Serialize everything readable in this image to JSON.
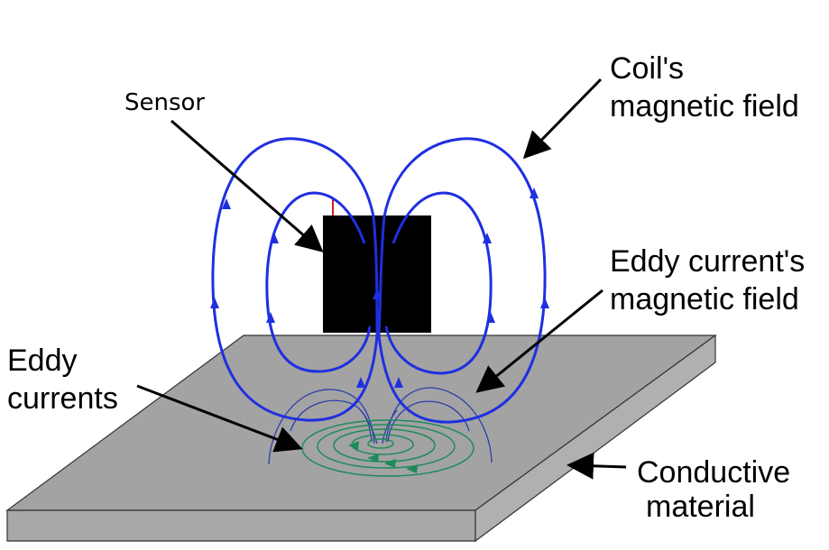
{
  "labels": {
    "sensor": "Sensor",
    "coil_field_line1": "Coil's",
    "coil_field_line2": "magnetic field",
    "eddy_field_line1": "Eddy current's",
    "eddy_field_line2": "magnetic field",
    "eddy_currents_line1": "Eddy",
    "eddy_currents_line2": "currents",
    "conductive_line1": "Conductive",
    "conductive_line2": "material"
  },
  "colors": {
    "coil_field": "#1f2fe0",
    "eddy_field": "#2c3fa8",
    "eddy_current": "#1e8a5a",
    "plate_top": "#a3a3a3",
    "plate_side": "#a8a8a8",
    "sensor_body": "#000000",
    "arrow": "#000000"
  }
}
